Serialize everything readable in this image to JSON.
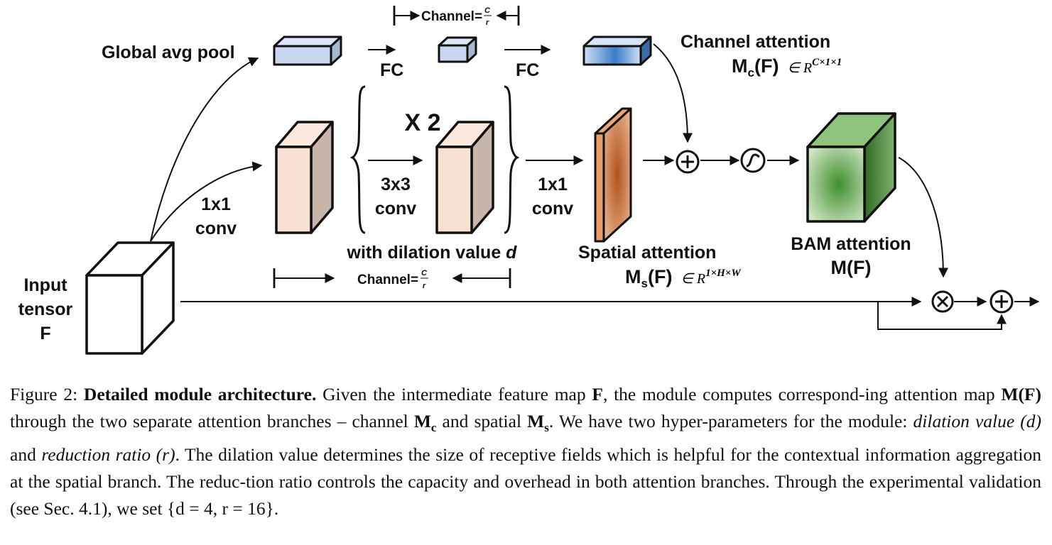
{
  "diagram": {
    "channel_top_label": "Channel=",
    "channel_bottom_label": "Channel=",
    "frac_num": "C",
    "frac_den": "r",
    "global_avg_pool": "Global avg pool",
    "fc_1": "FC",
    "fc_2": "FC",
    "channel_attention_title": "Channel attention",
    "channel_attention_formula": {
      "m": "M",
      "sub": "c",
      "arg": "(F)",
      "set": "∈ R",
      "sup": "C×1×1"
    },
    "repeat": "X 2",
    "conv_3x3_line1": "3x3",
    "conv_3x3_line2": "conv",
    "conv_1x1_a_line1": "1x1",
    "conv_1x1_a_line2": "conv",
    "conv_1x1_b_line1": "1x1",
    "conv_1x1_b_line2": "conv",
    "dilation_text": "with dilation value ",
    "dilation_var": "d",
    "spatial_attention_title": "Spatial attention",
    "spatial_attention_formula": {
      "m": "M",
      "sub": "s",
      "arg": "(F)",
      "set": "∈ R",
      "sup": "1×H×W"
    },
    "bam_title": "BAM attention",
    "bam_formula": "M(F)",
    "input_line1": "Input",
    "input_line2": "tensor",
    "input_line3": "F",
    "colors": {
      "pool_blue": "#c9d8f0",
      "peach": "#f9e2d4",
      "peach_side": "#c9b6ab",
      "spatial": "#b55a22",
      "bam_green": "#4f9a3c"
    }
  },
  "caption": {
    "figure_label": "Figure 2:",
    "bold_title": "Detailed module architecture.",
    "t1": " Given the intermediate feature map ",
    "F1": "F",
    "t2": ", the module computes correspond-ing attention map ",
    "MF": "M(F)",
    "t3": " through the two separate attention branches – channel ",
    "Mc_m": "M",
    "Mc_sub": "c",
    "t4": " and spatial ",
    "Ms_m": "M",
    "Ms_sub": "s",
    "t5": ". We have two hyper-parameters for the module: ",
    "i1": "dilation value (d)",
    "t6": " and ",
    "i2": "reduction ratio (r)",
    "t7": ". The dilation value determines the size of receptive fields which is helpful for the contextual information aggregation at the spatial branch. The reduc-tion ratio controls the capacity and overhead in both attention branches. Through the experimental validation (see Sec. 4.1), we set {d = 4, r = 16}."
  }
}
